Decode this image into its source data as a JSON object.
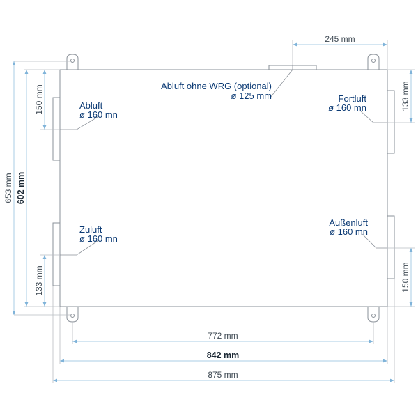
{
  "dimensions": {
    "spigot_spacing": "245 mm",
    "height_total": "653 mm",
    "height_body": "602 mm",
    "left_top_offset": "150 mm",
    "left_bottom_offset": "133 mm",
    "right_top_offset": "133 mm",
    "right_bottom_offset": "150 mm",
    "width_mounting": "772 mm",
    "width_body": "842 mm",
    "width_total": "875 mm"
  },
  "ports": {
    "abluft_optional": {
      "name": "Abluft ohne WRG (optional)",
      "diameter": "ø 125 mm"
    },
    "abluft": {
      "name": "Abluft",
      "diameter": "ø 160 mn"
    },
    "fortluft": {
      "name": "Fortluft",
      "diameter": "ø 160 mn"
    },
    "zuluft": {
      "name": "Zuluft",
      "diameter": "ø 160 mn"
    },
    "aussenluft": {
      "name": "Außenluft",
      "diameter": "ø 160 mn"
    }
  },
  "colors": {
    "label": "#0b3a74",
    "dimension_line": "#a9cde6",
    "outline": "#8a9098"
  }
}
